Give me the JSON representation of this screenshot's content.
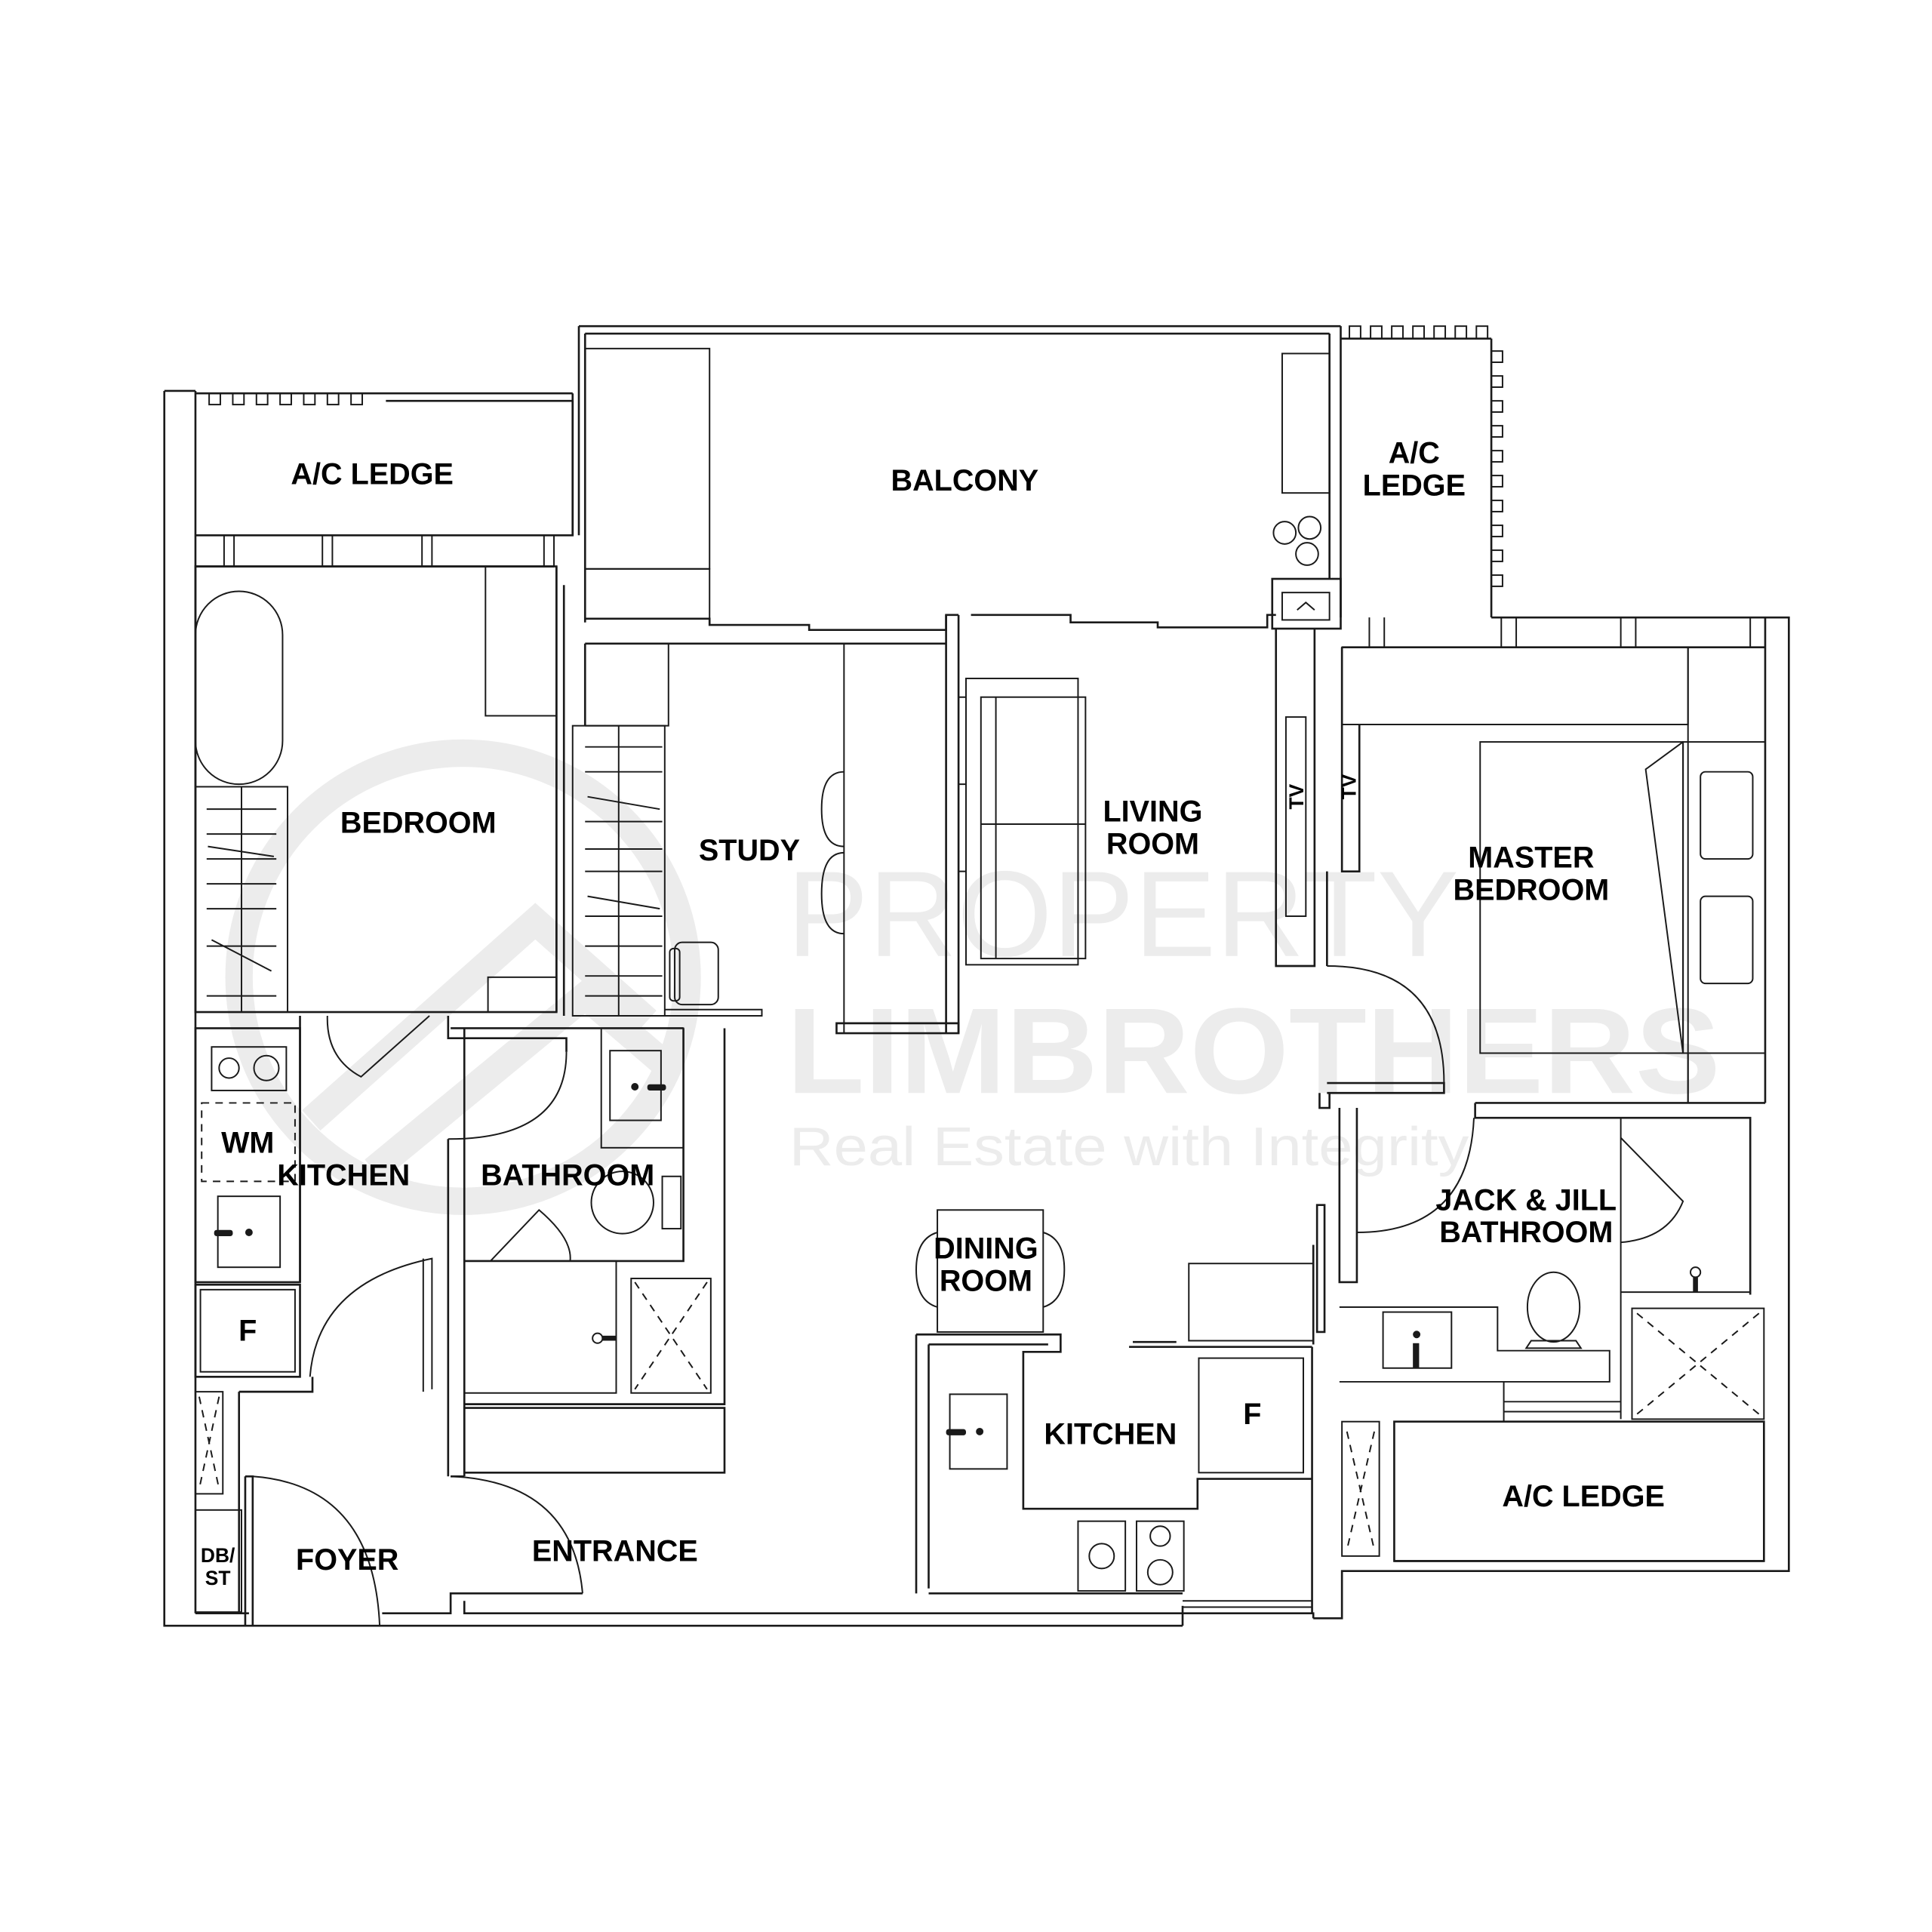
{
  "floorplan": {
    "rooms": {
      "ac_ledge_left": "A/C LEDGE",
      "balcony": "BALCONY",
      "ac_ledge_top_right_line1": "A/C",
      "ac_ledge_top_right_line2": "LEDGE",
      "bedroom": "BEDROOM",
      "study": "STUDY",
      "living_room_line1": "LIVING",
      "living_room_line2": "ROOM",
      "master_bedroom_line1": "MASTER",
      "master_bedroom_line2": "BEDROOM",
      "kitchen_left": "KITCHEN",
      "bathroom": "BATHROOM",
      "dining_room_line1": "DINING",
      "dining_room_line2": "ROOM",
      "jack_jill_line1": "JACK & JILL",
      "jack_jill_line2": "BATHROOM",
      "kitchen_right": "KITCHEN",
      "ac_ledge_bottom_right": "A/C LEDGE",
      "foyer": "FOYER",
      "entrance": "ENTRANCE",
      "db_st_line1": "DB/",
      "db_st_line2": "ST"
    },
    "fixtures": {
      "washing_machine": "WM",
      "fridge_left": "F",
      "fridge_right": "F",
      "tv_living": "TV",
      "tv_master": "TV"
    }
  },
  "watermark": {
    "line1": "PROPERTY",
    "line2": "LIMBROTHERS",
    "tagline": "Real Estate with Integrity"
  },
  "colors": {
    "line": "#1a1a1a",
    "label": "#000000",
    "watermark": "#ececec",
    "background": "#ffffff"
  }
}
